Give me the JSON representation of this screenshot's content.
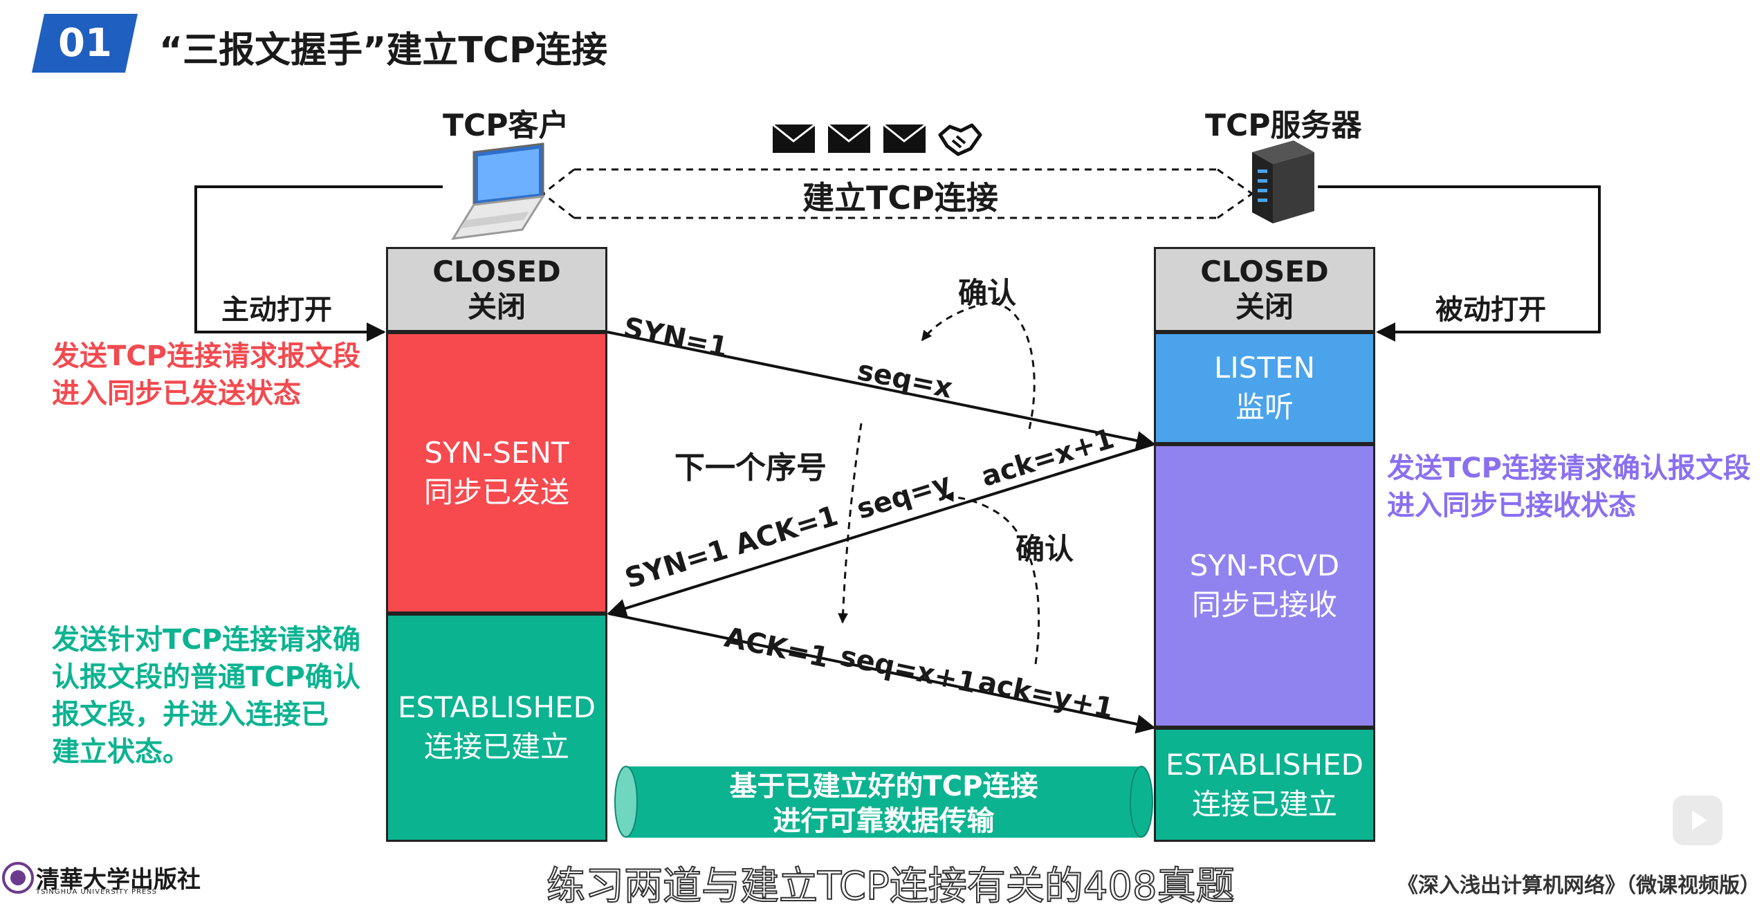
{
  "header": {
    "badge": "01",
    "title": "“三报文握手”建立TCP连接"
  },
  "client": {
    "label": "TCP客户",
    "open_label": "主动打开",
    "note_lines": [
      "发送TCP连接请求报文段",
      "进入同步已发送状态"
    ],
    "note2_lines": [
      "发送针对TCP连接请求确",
      "认报文段的普通TCP确认",
      "报文段，并进入连接已",
      "建立状态。"
    ],
    "states": [
      {
        "en": "CLOSED",
        "zh": "关闭"
      },
      {
        "en": "SYN-SENT",
        "zh": "同步已发送"
      },
      {
        "en": "ESTABLISHED",
        "zh": "连接已建立"
      }
    ]
  },
  "server": {
    "label": "TCP服务器",
    "open_label": "被动打开",
    "note_lines": [
      "发送TCP连接请求确认报文段",
      "进入同步已接收状态"
    ],
    "states": [
      {
        "en": "CLOSED",
        "zh": "关闭"
      },
      {
        "en": "LISTEN",
        "zh": "监听"
      },
      {
        "en": "SYN-RCVD",
        "zh": "同步已接收"
      },
      {
        "en": "ESTABLISHED",
        "zh": "连接已建立"
      }
    ]
  },
  "connection_label": "建立TCP连接",
  "messages": {
    "m1": {
      "syn": "SYN=1",
      "seq": "seq=x"
    },
    "m2": {
      "flags": "SYN=1  ACK=1",
      "seq": "seq=y",
      "ack": "ack=x+1"
    },
    "m3": {
      "ack_flag": "ACK=1",
      "seq": "seq=x+1",
      "ack": "ack=y+1"
    }
  },
  "annotations": {
    "confirm1": "确认",
    "confirm2": "确认",
    "next_seq": "下一个序号"
  },
  "pipe_lines": [
    "基于已建立好的TCP连接",
    "进行可靠数据传输"
  ],
  "footer": {
    "subtitle": "练习两道与建立TCP连接有关的408真题",
    "book": "《深入浅出计算机网络》（微课视频版）",
    "publisher": "清華大学出版社",
    "publisher_en": "TSINGHUA UNIVERSITY PRESS"
  },
  "colors": {
    "accent_blue": "#1f5fbf",
    "syn_sent": "#f64a4f",
    "established": "#0cb391",
    "listen": "#4aa3eb",
    "syn_rcvd": "#9183ef"
  },
  "icons": [
    "laptop-icon",
    "server-icon",
    "envelope-icon",
    "handshake-icon",
    "play-icon"
  ]
}
